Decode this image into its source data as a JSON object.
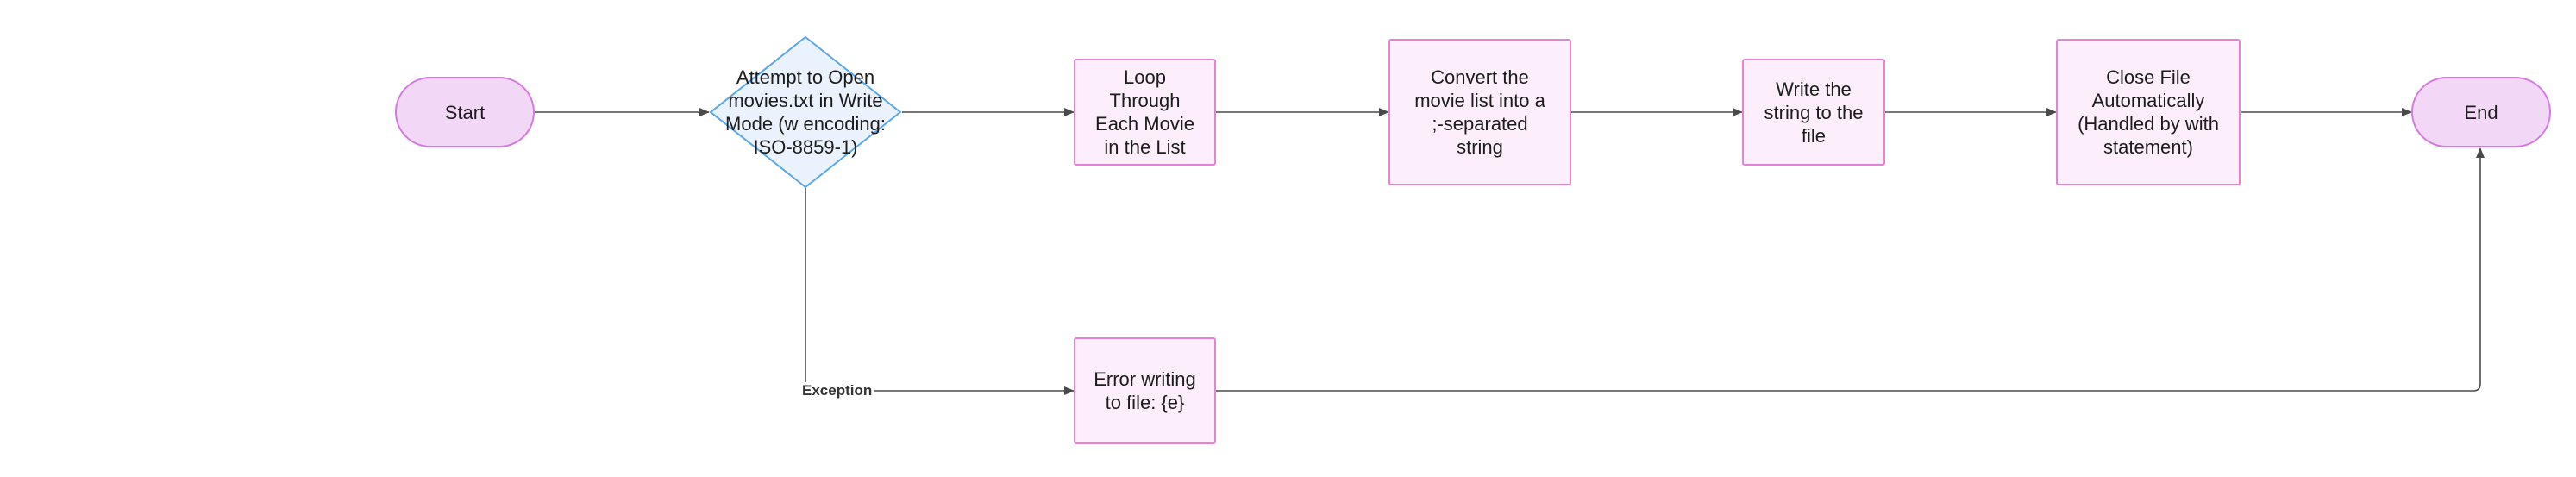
{
  "diagram": {
    "nodes": {
      "start": "Start",
      "open_file": "Attempt to Open\nmovies.txt in Write\nMode (w encoding:\nISO-8859-1)",
      "loop": "Loop\nThrough\nEach Movie\nin the List",
      "convert": "Convert the\nmovie list into a\n;-separated\nstring",
      "write": "Write the\nstring to the\nfile",
      "close": "Close File\nAutomatically\n(Handled by with\nstatement)",
      "end": "End",
      "error": "Error writing\nto file: {e}"
    },
    "edge_labels": {
      "exception": "Exception"
    }
  },
  "colors": {
    "terminal_fill": "#f2d7f6",
    "terminal_stroke": "#d57ae0",
    "process_fill": "#fdeefb",
    "process_stroke": "#e682d6",
    "decision_fill": "#eaf3fd",
    "decision_stroke": "#5aa6e8",
    "edge": "#4a4a4a"
  }
}
